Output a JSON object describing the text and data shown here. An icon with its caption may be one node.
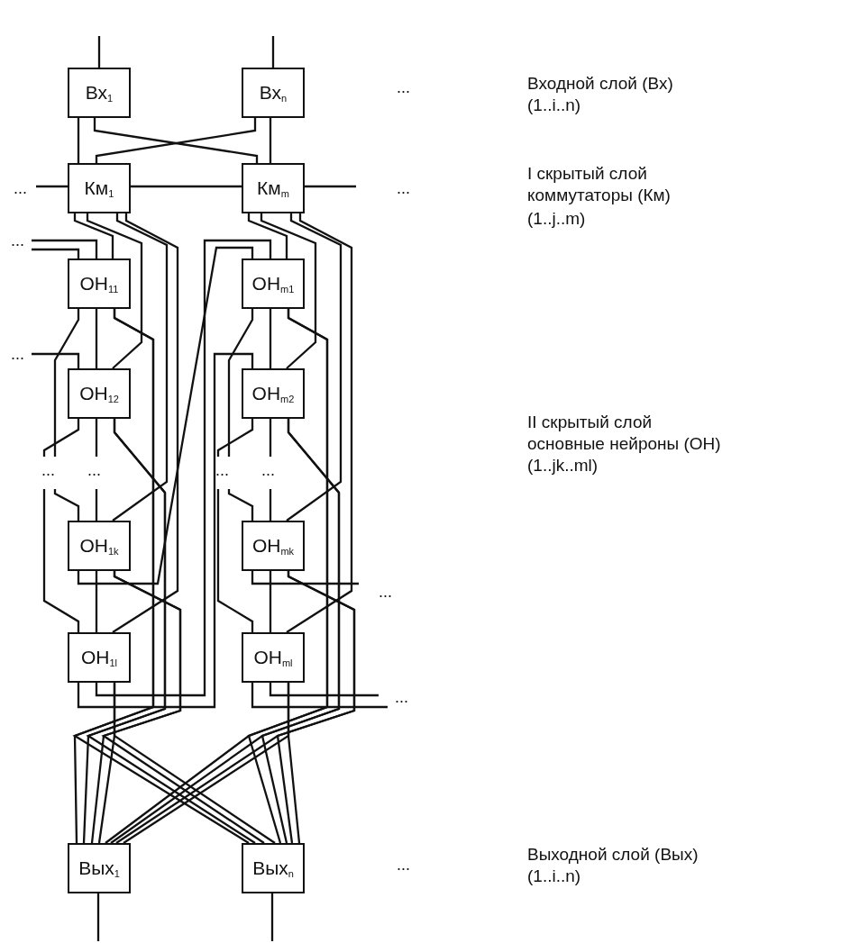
{
  "diagram": {
    "nodes": [
      {
        "text": [
          "Вх$_{1}$"
        ]
      },
      {
        "text": [
          "Вх$_{n}$"
        ]
      },
      {
        "text": [
          "Км$_{1}$"
        ]
      },
      {
        "text": [
          "Км$_{m}$"
        ]
      },
      {
        "text": [
          "ОН$_{11}$"
        ]
      },
      {
        "text": [
          "ОН$_{m1}$"
        ]
      },
      {
        "text": [
          "ОН$_{12}$"
        ]
      },
      {
        "text": [
          "ОН$_{m2}$"
        ]
      },
      {
        "text": [
          "ОН$_{1k}$"
        ]
      },
      {
        "text": [
          "ОН$_{mk}$"
        ]
      },
      {
        "text": [
          "ОН$_{1l}$"
        ]
      },
      {
        "text": [
          "ОН$_{ml}$"
        ]
      },
      {
        "text": [
          "Вых$_{1}$"
        ]
      },
      {
        "text": [
          "Вых$_{n}$"
        ]
      }
    ],
    "edges": [
      {
        "from": null,
        "to": 0,
        "arrow": "none"
      },
      {
        "from": null,
        "to": 1,
        "arrow": "none"
      },
      {
        "from": 0,
        "to": 2,
        "arrow": "none"
      },
      {
        "from": 0,
        "to": 3,
        "arrow": "none"
      },
      {
        "from": 1,
        "to": 2,
        "arrow": "none"
      },
      {
        "from": 1,
        "to": 3,
        "arrow": "none"
      },
      {
        "from": 2,
        "to": 3,
        "arrow": "none"
      },
      {
        "from": null,
        "to": 2,
        "arrow": "none"
      },
      {
        "from": 3,
        "to": null,
        "arrow": "none"
      },
      {
        "from": 2,
        "to": 4,
        "arrow": "none"
      },
      {
        "from": 2,
        "to": 6,
        "arrow": "none"
      },
      {
        "from": 2,
        "to": 8,
        "arrow": "none"
      },
      {
        "from": 2,
        "to": 10,
        "arrow": "none"
      },
      {
        "from": 3,
        "to": 5,
        "arrow": "none"
      },
      {
        "from": 3,
        "to": 7,
        "arrow": "none"
      },
      {
        "from": 3,
        "to": 9,
        "arrow": "none"
      },
      {
        "from": 3,
        "to": 11,
        "arrow": "none"
      },
      {
        "from": null,
        "to": 4,
        "arrow": "none"
      },
      {
        "from": null,
        "to": 4,
        "arrow": "none"
      },
      {
        "from": null,
        "to": 6,
        "arrow": "none"
      },
      {
        "from": 4,
        "to": 6,
        "arrow": "none"
      },
      {
        "from": 5,
        "to": 7,
        "arrow": "none"
      },
      {
        "from": 4,
        "to": null,
        "arrow": "none"
      },
      {
        "from": 6,
        "to": null,
        "arrow": "none"
      },
      {
        "from": 6,
        "to": null,
        "arrow": "none"
      },
      {
        "from": null,
        "to": 8,
        "arrow": "none"
      },
      {
        "from": null,
        "to": 8,
        "arrow": "none"
      },
      {
        "from": null,
        "to": 10,
        "arrow": "none"
      },
      {
        "from": 8,
        "to": 10,
        "arrow": "none"
      },
      {
        "from": 9,
        "to": 11,
        "arrow": "none"
      },
      {
        "from": 5,
        "to": null,
        "arrow": "none"
      },
      {
        "from": 7,
        "to": null,
        "arrow": "none"
      },
      {
        "from": 7,
        "to": null,
        "arrow": "none"
      },
      {
        "from": null,
        "to": 9,
        "arrow": "none"
      },
      {
        "from": null,
        "to": 9,
        "arrow": "none"
      },
      {
        "from": null,
        "to": 11,
        "arrow": "none"
      },
      {
        "from": 8,
        "to": 5,
        "arrow": "none"
      },
      {
        "from": 10,
        "to": 5,
        "arrow": "none"
      },
      {
        "from": 10,
        "to": 7,
        "arrow": "none"
      },
      {
        "from": 9,
        "to": null,
        "arrow": "none"
      },
      {
        "from": 11,
        "to": null,
        "arrow": "none"
      },
      {
        "from": 11,
        "to": null,
        "arrow": "none"
      },
      {
        "from": 4,
        "to": 12,
        "arrow": "none"
      },
      {
        "from": 4,
        "to": 13,
        "arrow": "none"
      },
      {
        "from": 6,
        "to": 12,
        "arrow": "none"
      },
      {
        "from": 6,
        "to": 13,
        "arrow": "none"
      },
      {
        "from": 8,
        "to": 12,
        "arrow": "none"
      },
      {
        "from": 8,
        "to": 13,
        "arrow": "none"
      },
      {
        "from": 10,
        "to": 12,
        "arrow": "none"
      },
      {
        "from": 10,
        "to": 13,
        "arrow": "none"
      },
      {
        "from": 5,
        "to": 12,
        "arrow": "none"
      },
      {
        "from": 5,
        "to": 13,
        "arrow": "none"
      },
      {
        "from": 7,
        "to": 12,
        "arrow": "none"
      },
      {
        "from": 7,
        "to": 13,
        "arrow": "none"
      },
      {
        "from": 9,
        "to": 12,
        "arrow": "none"
      },
      {
        "from": 9,
        "to": 13,
        "arrow": "none"
      },
      {
        "from": 11,
        "to": 12,
        "arrow": "none"
      },
      {
        "from": 11,
        "to": 13,
        "arrow": "none"
      },
      {
        "from": 12,
        "to": null,
        "arrow": "none"
      },
      {
        "from": 13,
        "to": null,
        "arrow": "none"
      }
    ],
    "labels": [
      "...",
      "Входной слой (Вх)",
      "(1..i..n)",
      "...",
      "...",
      "I скрытый слой",
      "коммутаторы (Км)",
      "(1..j..m)",
      "...",
      "...",
      "...",
      "...",
      "...",
      "...",
      "II скрытый слой",
      "основные нейроны (ОН)",
      "(1..jk..ml)",
      "...",
      "...",
      "...",
      "Выходной слой (Вых)",
      "(1..i..n)"
    ]
  }
}
